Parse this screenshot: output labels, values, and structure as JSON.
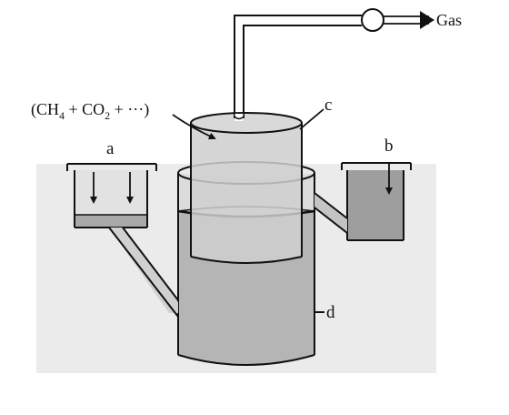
{
  "labels": {
    "gas": "Gas",
    "formula_open": "(CH",
    "formula_sub1": "4",
    "formula_mid": " + CO",
    "formula_sub2": "2",
    "formula_close": " + ···)",
    "a": "a",
    "b": "b",
    "c": "c",
    "d": "d"
  },
  "colors": {
    "background_wash": "#e9e9e9",
    "liquid": "#b4b4b4",
    "gas_space": "#d6d6d6",
    "stroke": "#111111"
  }
}
